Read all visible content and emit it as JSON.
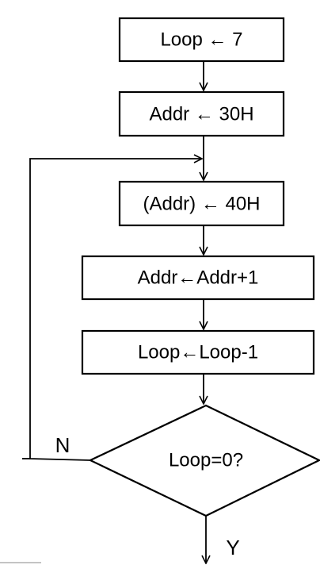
{
  "flowchart": {
    "steps": [
      {
        "id": "init-loop",
        "text": "Loop ← 7"
      },
      {
        "id": "init-addr",
        "text": "Addr ← 30H"
      },
      {
        "id": "store",
        "text": "(Addr) ← 40H"
      },
      {
        "id": "increment",
        "text": "Addr←Addr+1"
      },
      {
        "id": "decrement",
        "text": "Loop←Loop-1"
      }
    ],
    "decision": {
      "text": "Loop=0?",
      "no_label": "N",
      "yes_label": "Y"
    }
  }
}
